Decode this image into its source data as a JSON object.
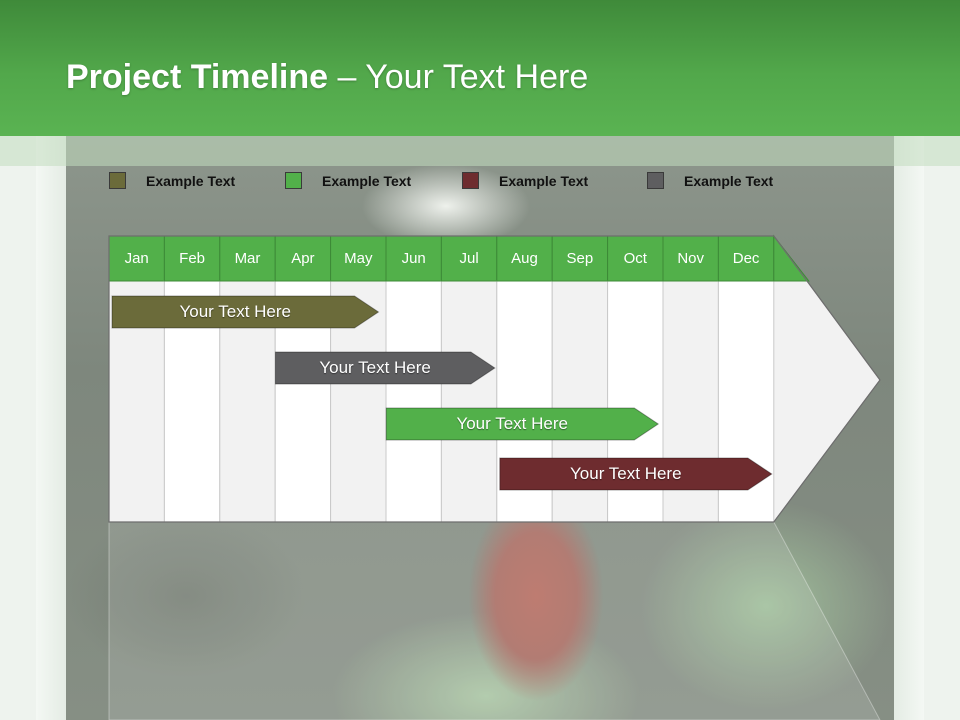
{
  "slide": {
    "title_bold": "Project Timeline",
    "title_rest": " – Your Text Here"
  },
  "legend": [
    {
      "label": "Example Text",
      "color": "#6b6b3a"
    },
    {
      "label": "Example Text",
      "color": "#52b04a"
    },
    {
      "label": "Example Text",
      "color": "#6e2c2f"
    },
    {
      "label": "Example Text",
      "color": "#5e5e60"
    }
  ],
  "months": [
    "Jan",
    "Feb",
    "Mar",
    "Apr",
    "May",
    "Jun",
    "Jul",
    "Aug",
    "Sep",
    "Oct",
    "Nov",
    "Dec"
  ],
  "tasks": [
    {
      "label": "Your  Text Here",
      "start_month": 1.0,
      "end_month": 4.9,
      "color": "#6b6b3a"
    },
    {
      "label": "Your  Text Here",
      "start_month": 3.95,
      "end_month": 7.0,
      "color": "#5e5e60"
    },
    {
      "label": "Your  Text Here",
      "start_month": 5.95,
      "end_month": 9.95,
      "color": "#52b04a"
    },
    {
      "label": "Your  Text Here",
      "start_month": 8.0,
      "end_month": 12.0,
      "color": "#6e2c2f"
    }
  ],
  "colors": {
    "header_green": "#52a84b",
    "month_header": "#52b04a",
    "column_light": "#f2f2f2",
    "column_white": "#ffffff"
  }
}
